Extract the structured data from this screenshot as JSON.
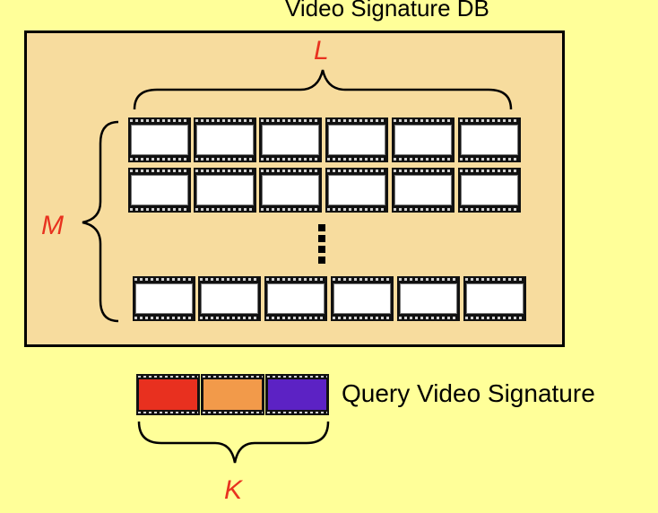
{
  "db": {
    "title": "Video Signature DB"
  },
  "labels": {
    "L": "L",
    "M": "M",
    "K": "K"
  },
  "query": {
    "label": "Query Video Signature",
    "colors": [
      "#e8301f",
      "#f29a4a",
      "#5c22c4"
    ]
  },
  "colors": {
    "background": "#ffff99",
    "db_fill": "#f7dc9e",
    "label_red": "#e8321f"
  },
  "icons": [
    "film-frame-icon",
    "ellipsis-dots-icon",
    "curly-brace-icon"
  ]
}
